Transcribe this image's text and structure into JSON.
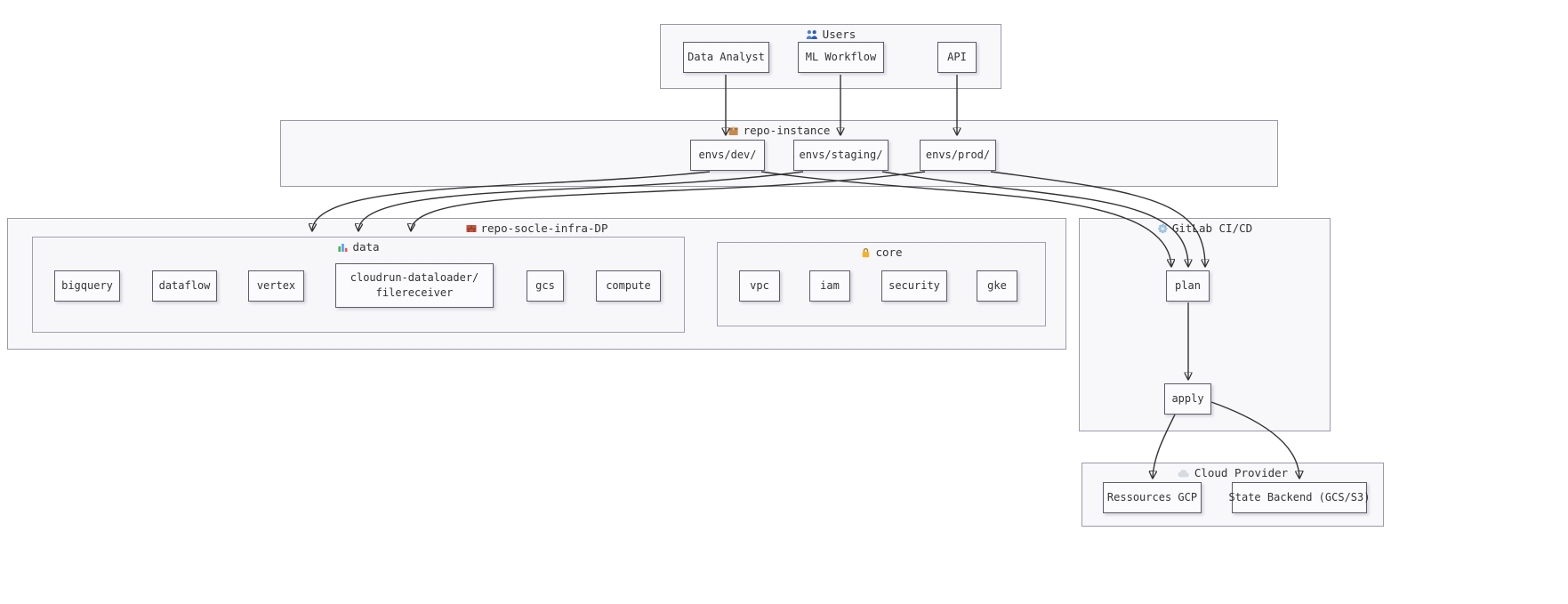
{
  "groups": {
    "users": {
      "label": "Users",
      "icon": "users-icon"
    },
    "repo_instance": {
      "label": "repo-instance",
      "icon": "package-icon"
    },
    "repo_socle": {
      "label": "repo-socle-infra-DP",
      "icon": "bricks-icon"
    },
    "data": {
      "label": "data",
      "icon": "bar-chart-icon"
    },
    "core": {
      "label": "core",
      "icon": "lock-icon"
    },
    "gitlab": {
      "label": "GitLab CI/CD",
      "icon": "gear-icon"
    },
    "cloud": {
      "label": "Cloud Provider",
      "icon": "cloud-icon"
    }
  },
  "nodes": {
    "data_analyst": {
      "label": "Data Analyst"
    },
    "ml_workflow": {
      "label": "ML Workflow"
    },
    "api": {
      "label": "API"
    },
    "envs_dev": {
      "label": "envs/dev/"
    },
    "envs_staging": {
      "label": "envs/staging/"
    },
    "envs_prod": {
      "label": "envs/prod/"
    },
    "bigquery": {
      "label": "bigquery"
    },
    "dataflow": {
      "label": "dataflow"
    },
    "vertex": {
      "label": "vertex"
    },
    "cloudrun": {
      "label_line1": "cloudrun-dataloader/",
      "label_line2": "filereceiver"
    },
    "gcs": {
      "label": "gcs"
    },
    "compute": {
      "label": "compute"
    },
    "vpc": {
      "label": "vpc"
    },
    "iam": {
      "label": "iam"
    },
    "security": {
      "label": "security"
    },
    "gke": {
      "label": "gke"
    },
    "plan": {
      "label": "plan"
    },
    "apply": {
      "label": "apply"
    },
    "ressources_gcp": {
      "label": "Ressources GCP"
    },
    "state_backend": {
      "label": "State Backend (GCS/S3)"
    }
  },
  "edges": [
    {
      "from": "data_analyst",
      "to": "envs_dev"
    },
    {
      "from": "ml_workflow",
      "to": "envs_staging"
    },
    {
      "from": "api",
      "to": "envs_prod"
    },
    {
      "from": "envs_dev",
      "to": "data"
    },
    {
      "from": "envs_staging",
      "to": "data"
    },
    {
      "from": "envs_prod",
      "to": "data"
    },
    {
      "from": "envs_dev",
      "to": "plan"
    },
    {
      "from": "envs_staging",
      "to": "plan"
    },
    {
      "from": "envs_prod",
      "to": "plan"
    },
    {
      "from": "plan",
      "to": "apply"
    },
    {
      "from": "apply",
      "to": "ressources_gcp"
    },
    {
      "from": "apply",
      "to": "state_backend"
    }
  ],
  "colors": {
    "group_fill": "#f8f8fb",
    "group_border": "#9a9aab",
    "node_fill": "#fbfbfe",
    "node_border": "#5c5c6c",
    "edge": "#333333",
    "text": "#333333"
  }
}
